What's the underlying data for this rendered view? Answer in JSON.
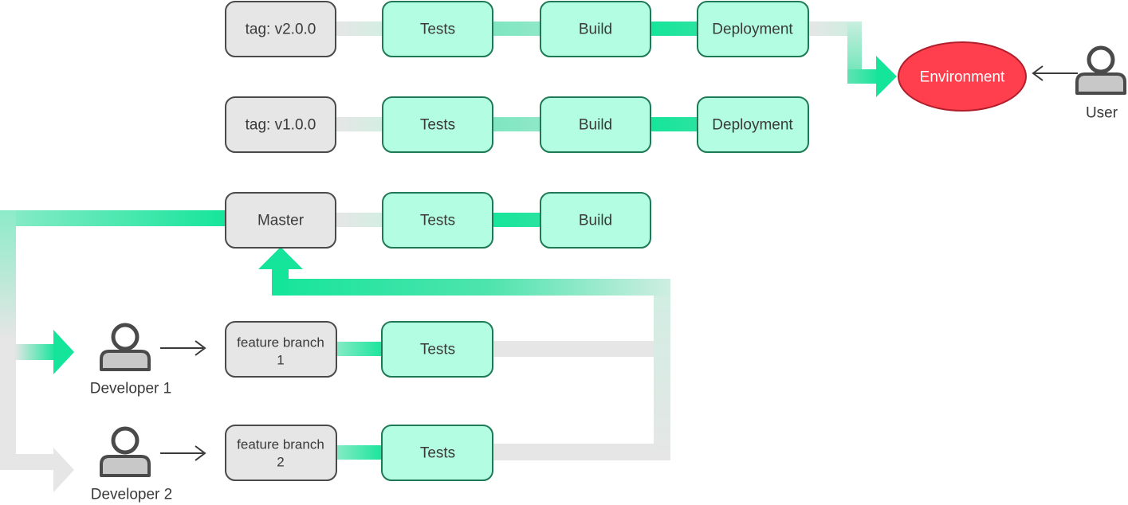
{
  "colors": {
    "accent_green": "#15e59b",
    "stage_fill": "#b3fde2",
    "stage_stroke": "#1e7a55",
    "source_fill": "#e6e6e6",
    "source_stroke": "#4a4a4a",
    "connector_gray": "#e6e6e6",
    "environment_fill": "#ff3f4e",
    "environment_stroke": "#b01e2b",
    "person_gray": "#4a4a4a"
  },
  "pipelines": [
    {
      "source": "tag: v2.0.0",
      "stages": [
        "Tests",
        "Build",
        "Deployment"
      ]
    },
    {
      "source": "tag: v1.0.0",
      "stages": [
        "Tests",
        "Build",
        "Deployment"
      ]
    },
    {
      "source": "Master",
      "stages": [
        "Tests",
        "Build"
      ]
    }
  ],
  "features": [
    {
      "developer": "Developer 1",
      "branch_line1": "feature branch",
      "branch_line2": "1",
      "stage": "Tests",
      "person_icon": "person-icon"
    },
    {
      "developer": "Developer 2",
      "branch_line1": "feature branch",
      "branch_line2": "2",
      "stage": "Tests",
      "person_icon": "person-icon"
    }
  ],
  "environment": {
    "label": "Environment"
  },
  "user": {
    "label": "User",
    "icon": "person-icon"
  }
}
